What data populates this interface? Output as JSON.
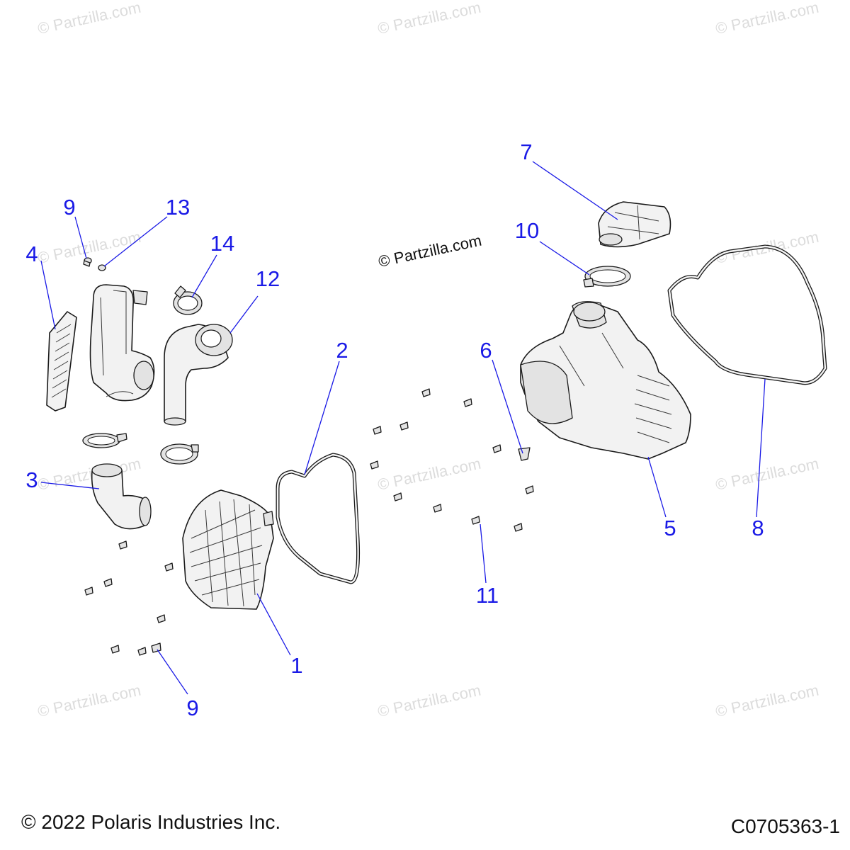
{
  "watermark": {
    "text": "© Partzilla.com"
  },
  "callouts": {
    "c1": "1",
    "c2": "2",
    "c3": "3",
    "c4": "4",
    "c5": "5",
    "c6": "6",
    "c7": "7",
    "c8": "8",
    "c9a": "9",
    "c9b": "9",
    "c10": "10",
    "c11": "11",
    "c12": "12",
    "c13": "13",
    "c14": "14"
  },
  "footer": {
    "copyright": "© 2022 Polaris Industries Inc.",
    "figure_id": "C0705363-1"
  },
  "colors": {
    "callout": "#1a1ae6",
    "line_art": "#1a1a1a",
    "watermark": "#dcdcdc"
  }
}
